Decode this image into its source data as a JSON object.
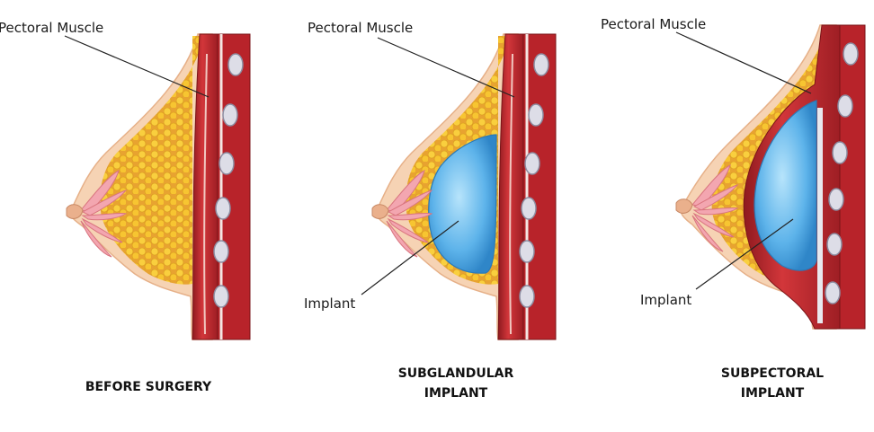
{
  "panels": [
    {
      "callout_muscle": "Pectoral Muscle",
      "caption_line1": "BEFORE SURGERY",
      "caption_line2": ""
    },
    {
      "callout_muscle": "Pectoral Muscle",
      "callout_implant": "Implant",
      "caption_line1": "SUBGLANDULAR",
      "caption_line2": "IMPLANT"
    },
    {
      "callout_muscle": "Pectoral Muscle",
      "callout_implant": "Implant",
      "caption_line1": "SUBPECTORAL",
      "caption_line2": "IMPLANT"
    }
  ],
  "colors": {
    "skin": "#f6d3b4",
    "skin_edge": "#e9b48a",
    "fat": "#f7c531",
    "fat_dark": "#e0a21c",
    "fat_bg": "#f0a93a",
    "muscle": "#c4262e",
    "muscle_dark": "#8e1a1f",
    "muscle_light": "#e05a50",
    "rib": "#d9d9e3",
    "gland": "#f3a6b0",
    "implant": "#5db3ea",
    "implant_light": "#a9dcf8"
  }
}
